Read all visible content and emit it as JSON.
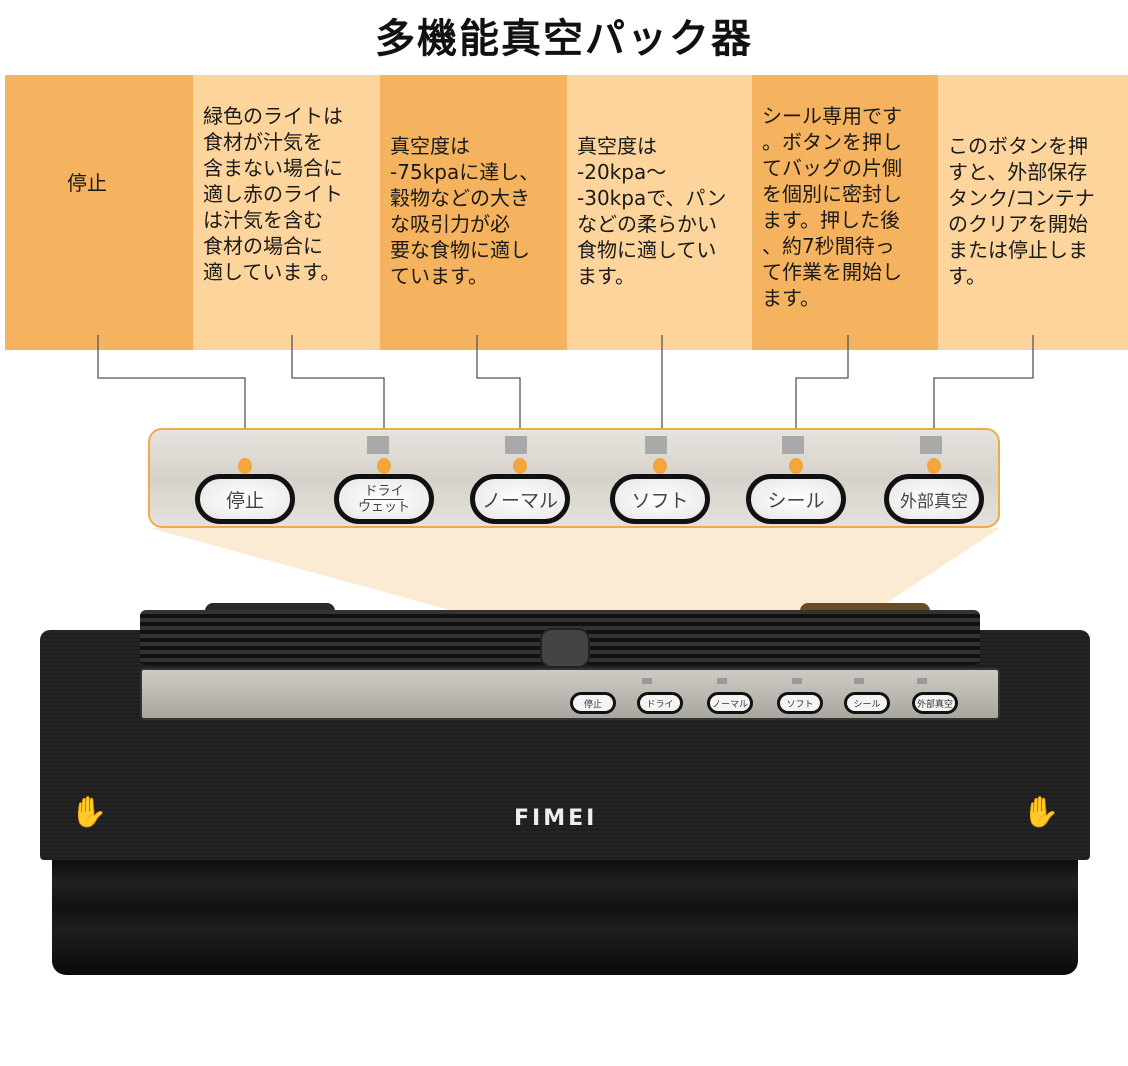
{
  "title": "多機能真空パック器",
  "columns": [
    {
      "text": "停止"
    },
    {
      "text": "緑色のライトは\n食材が汁気を\n含まない場合に\n適し赤のライト\nは汁気を含む\n食材の場合に\n適しています。"
    },
    {
      "text": "真空度は\n-75kpaに達し、\n穀物などの大き\nな吸引力が必\n要な食物に適し\nています。"
    },
    {
      "text": "真空度は\n-20kpa～\n-30kpaで、パン\nなどの柔らかい\n食物に適してい\nます。"
    },
    {
      "text": "シール専用です\n。ボタンを押し\nてバッグの片側\nを個別に密封し\nます。押した後\n、約7秒間待っ\nて作業を開始し\nます。"
    },
    {
      "text": "このボタンを押\nすと、外部保存\nタンク/コンテナ\nのクリアを開始\nまたは停止しま\nす。"
    }
  ],
  "buttons": {
    "stop": "停止",
    "dry_top": "ドライ",
    "dry_bottom": "ウェット",
    "normal": "ノーマル",
    "soft": "ソフト",
    "seal": "シール",
    "external": "外部真空"
  },
  "device": {
    "brand": "FIMEI",
    "mini_dry": "ドライ"
  },
  "colors": {
    "dark_orange": "#f6b35f",
    "light_orange": "#fdd49b"
  }
}
